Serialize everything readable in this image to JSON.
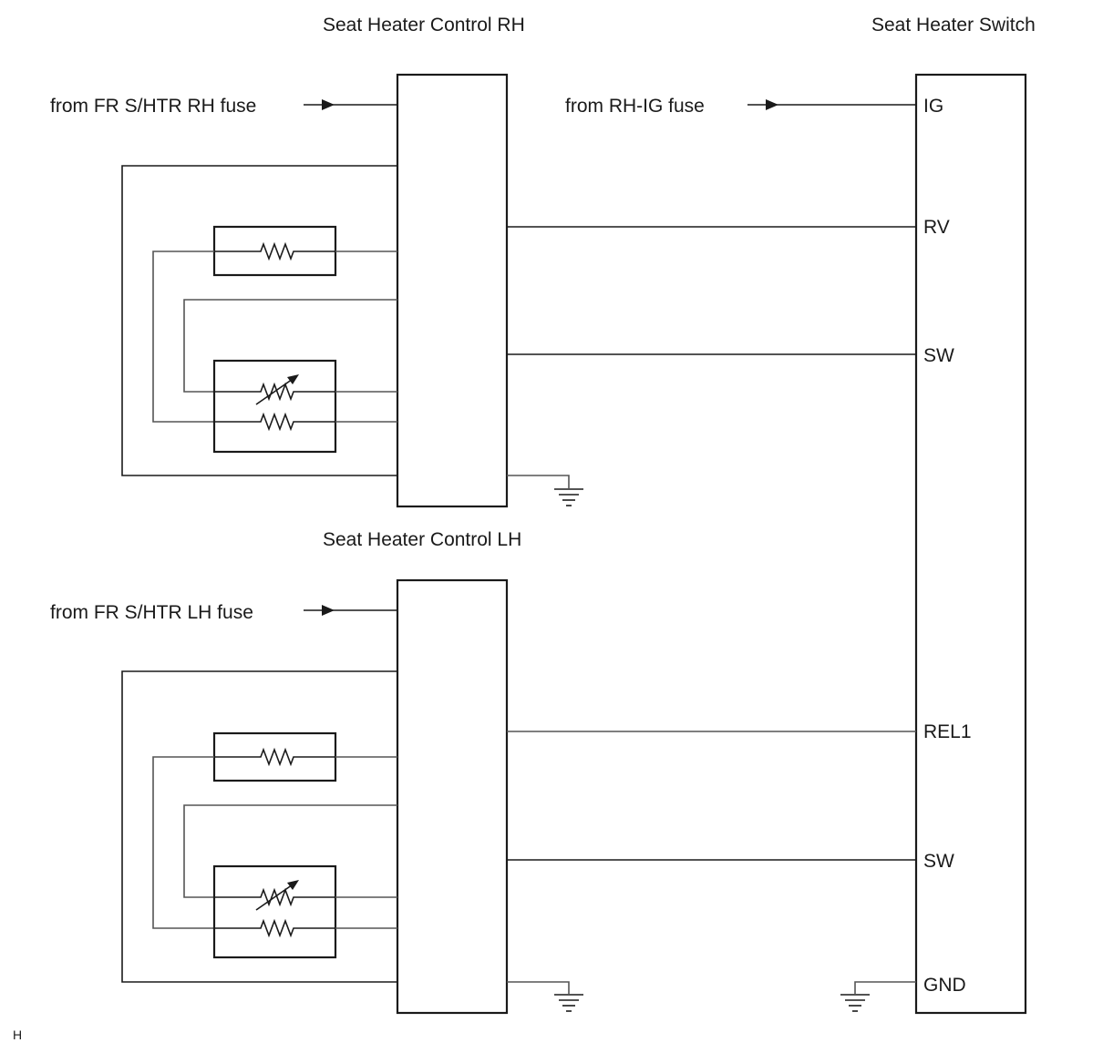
{
  "titles": {
    "control_rh": "Seat Heater Control RH",
    "control_lh": "Seat Heater Control LH",
    "switch": "Seat Heater Switch"
  },
  "inputs": {
    "rh_fuse": "from FR S/HTR RH  fuse",
    "lh_fuse": "from FR S/HTR LH  fuse",
    "ig_fuse": "from RH-IG fuse"
  },
  "switch_pins": {
    "ig": "IG",
    "rv": "RV",
    "sw_upper": "SW",
    "rel1": "REL1",
    "sw_lower": "SW",
    "gnd": "GND"
  },
  "footer_code": "H"
}
